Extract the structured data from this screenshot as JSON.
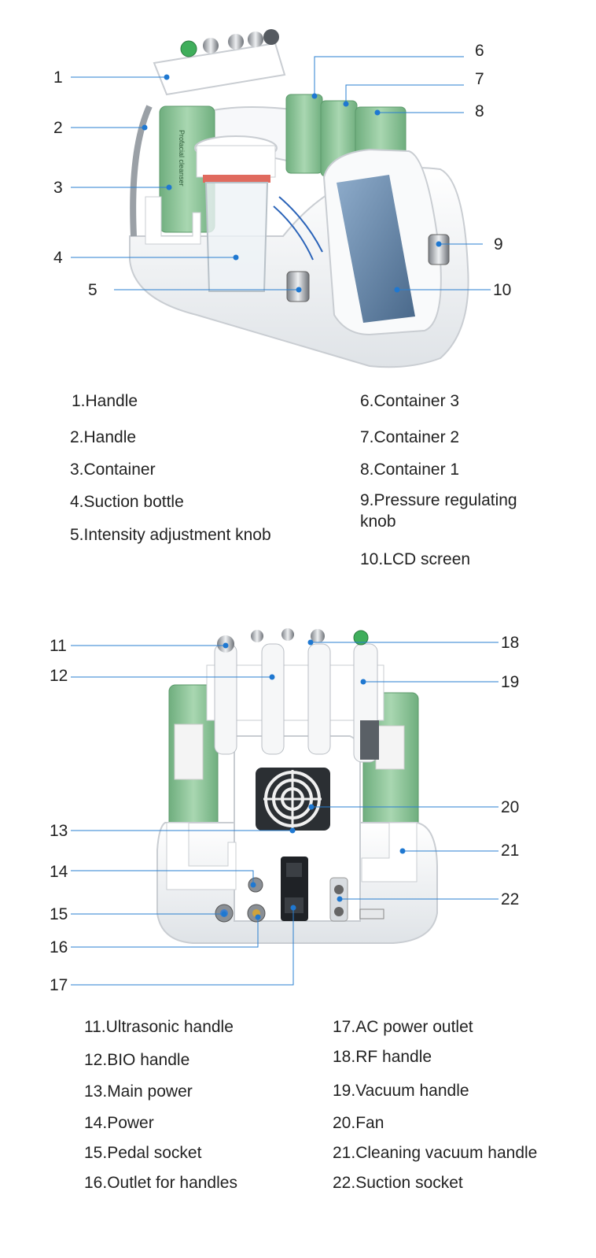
{
  "diagram1": {
    "callouts": [
      "1",
      "2",
      "3",
      "4",
      "5",
      "6",
      "7",
      "8",
      "9",
      "10"
    ],
    "legend": [
      "1.Handle",
      "2.Handle",
      "3.Container",
      "4.Suction bottle",
      "5.Intensity adjustment knob",
      "6.Container 3",
      "7.Container 2",
      "8.Container 1",
      "9.Pressure regulating knob",
      "10.LCD screen"
    ],
    "device_label": "Profacial cleanser"
  },
  "diagram2": {
    "callouts": [
      "11",
      "12",
      "13",
      "14",
      "15",
      "16",
      "17",
      "18",
      "19",
      "20",
      "21",
      "22"
    ],
    "legend": [
      "11.Ultrasonic handle",
      "12.BIO handle",
      "13.Main power",
      "14.Power",
      "15.Pedal socket",
      "16.Outlet for handles",
      "17.AC power outlet",
      "18.RF handle",
      "19.Vacuum handle",
      "20.Fan",
      "21.Cleaning vacuum handle",
      "22.Suction socket"
    ]
  },
  "colors": {
    "leader": "#2a7fd0",
    "dot": "#1f78d1",
    "device_white": "#f2f4f6",
    "device_edge": "#c9cdd2",
    "bottle_green": "#8fc79a",
    "screen": "#6e8fb0"
  }
}
